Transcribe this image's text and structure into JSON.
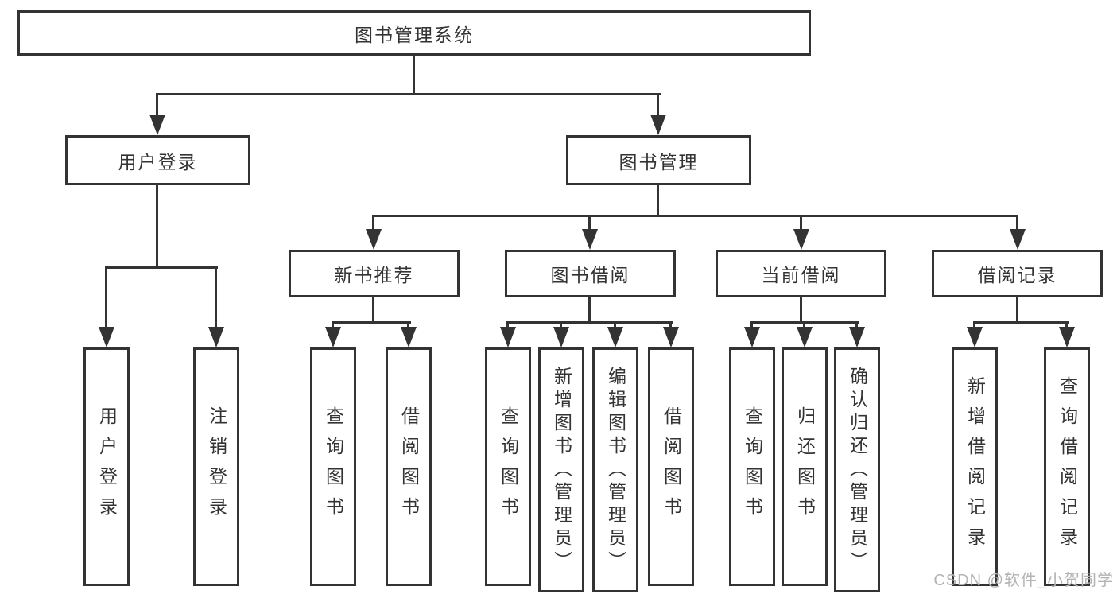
{
  "diagram": {
    "title_note": "functional structure tree",
    "root": {
      "label": "图书管理系统"
    },
    "branches": [
      {
        "id": "user-login",
        "label": "用户登录",
        "leaves": [
          {
            "label": "用户登录"
          },
          {
            "label": "注销登录"
          }
        ]
      },
      {
        "id": "book-management",
        "label": "图书管理",
        "children": [
          {
            "id": "new-book-recommend",
            "label": "新书推荐",
            "leaves": [
              {
                "label": "查询图书"
              },
              {
                "label": "借阅图书"
              }
            ]
          },
          {
            "id": "book-borrow",
            "label": "图书借阅",
            "leaves": [
              {
                "label": "查询图书"
              },
              {
                "label": "新增图书（管理员）"
              },
              {
                "label": "编辑图书（管理员）"
              },
              {
                "label": "借阅图书"
              }
            ]
          },
          {
            "id": "current-borrow",
            "label": "当前借阅",
            "leaves": [
              {
                "label": "查询图书"
              },
              {
                "label": "归还图书"
              },
              {
                "label": "确认归还（管理员）"
              }
            ]
          },
          {
            "id": "borrow-record",
            "label": "借阅记录",
            "leaves": [
              {
                "label": "新增借阅记录"
              },
              {
                "label": "查询借阅记录"
              }
            ]
          }
        ]
      }
    ],
    "colors": {
      "line": "#333333",
      "box_border": "#333333",
      "box_fill": "#ffffff",
      "text": "#333333",
      "background": "#ffffff",
      "watermark": "#b3b3b3"
    }
  },
  "watermark": {
    "text": "CSDN @软件_小贺同学"
  }
}
